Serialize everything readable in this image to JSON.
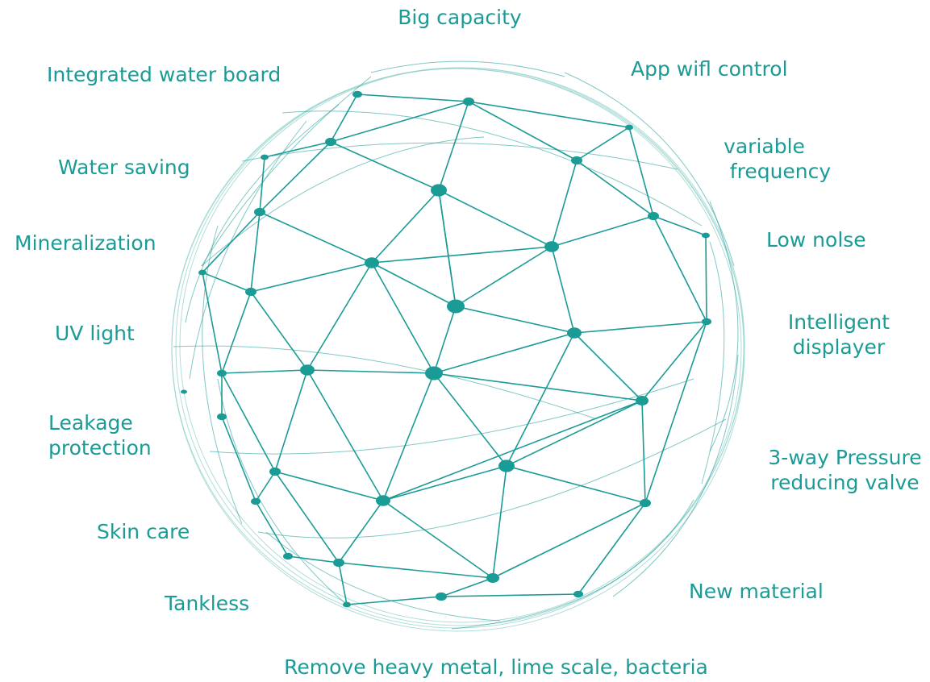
{
  "colors": {
    "accent": "#1a9b96",
    "light_line": "#8fd0cb"
  },
  "features": {
    "big_capacity": "Big capacity",
    "integrated_water_board": "Integrated water board",
    "app_wifi_control": "App wifl control",
    "variable_frequency_1": "variable",
    "variable_frequency_2": "frequency",
    "water_saving": "Water saving",
    "low_noise": "Low nolse",
    "mineralization": "Mineralization",
    "intelligent_displayer_1": "Intelligent",
    "intelligent_displayer_2": "displayer",
    "uv_light": "UV light",
    "leakage_protection_1": "Leakage",
    "leakage_protection_2": "protection",
    "pressure_valve_1": "3-way Pressure",
    "pressure_valve_2": "reducing valve",
    "skin_care": "Skin care",
    "new_material": "New material",
    "tankless": "Tankless",
    "remove_heavy_metal": "Remove heavy metal, lime scale, bacteria"
  }
}
